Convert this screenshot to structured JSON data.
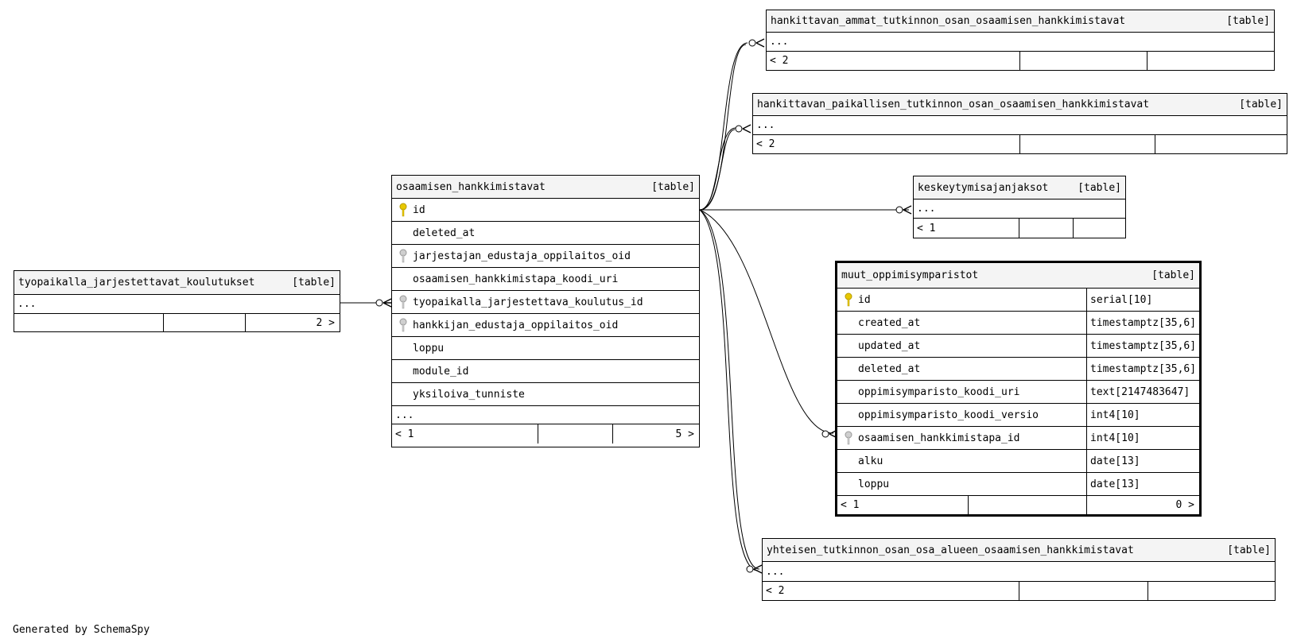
{
  "footer": "Generated by SchemaSpy",
  "tables": {
    "main": {
      "name": "osaamisen_hankkimistavat",
      "kind": "[table]",
      "columns": [
        "id",
        "deleted_at",
        "jarjestajan_edustaja_oppilaitos_oid",
        "osaamisen_hankkimistapa_koodi_uri",
        "tyopaikalla_jarjestettava_koulutus_id",
        "hankkijan_edustaja_oppilaitos_oid",
        "loppu",
        "module_id",
        "yksiloiva_tunniste"
      ],
      "more": "...",
      "parents": "< 1",
      "children": "5 >"
    },
    "tyopaikalla": {
      "name": "tyopaikalla_jarjestettavat_koulutukset",
      "kind": "[table]",
      "more": "...",
      "children": "2 >"
    },
    "ammat": {
      "name": "hankittavan_ammat_tutkinnon_osan_osaamisen_hankkimistavat",
      "kind": "[table]",
      "more": "...",
      "parents": "< 2"
    },
    "paikallisen": {
      "name": "hankittavan_paikallisen_tutkinnon_osan_osaamisen_hankkimistavat",
      "kind": "[table]",
      "more": "...",
      "parents": "< 2"
    },
    "keskeytymis": {
      "name": "keskeytymisajanjaksot",
      "kind": "[table]",
      "more": "...",
      "parents": "< 1"
    },
    "muut": {
      "name": "muut_oppimisymparistot",
      "kind": "[table]",
      "columns": [
        {
          "name": "id",
          "type": "serial[10]"
        },
        {
          "name": "created_at",
          "type": "timestamptz[35,6]"
        },
        {
          "name": "updated_at",
          "type": "timestamptz[35,6]"
        },
        {
          "name": "deleted_at",
          "type": "timestamptz[35,6]"
        },
        {
          "name": "oppimisymparisto_koodi_uri",
          "type": "text[2147483647]"
        },
        {
          "name": "oppimisymparisto_koodi_versio",
          "type": "int4[10]"
        },
        {
          "name": "osaamisen_hankkimistapa_id",
          "type": "int4[10]"
        },
        {
          "name": "alku",
          "type": "date[13]"
        },
        {
          "name": "loppu",
          "type": "date[13]"
        }
      ],
      "parents": "< 1",
      "children": "0 >"
    },
    "yhteisen": {
      "name": "yhteisen_tutkinnon_osan_osa_alueen_osaamisen_hankkimistavat",
      "kind": "[table]",
      "more": "...",
      "parents": "< 2"
    }
  },
  "colors": {
    "primary_key": "#e8c800",
    "foreign_key": "#aaaaaa",
    "header_bg": "#f4f4f4"
  }
}
